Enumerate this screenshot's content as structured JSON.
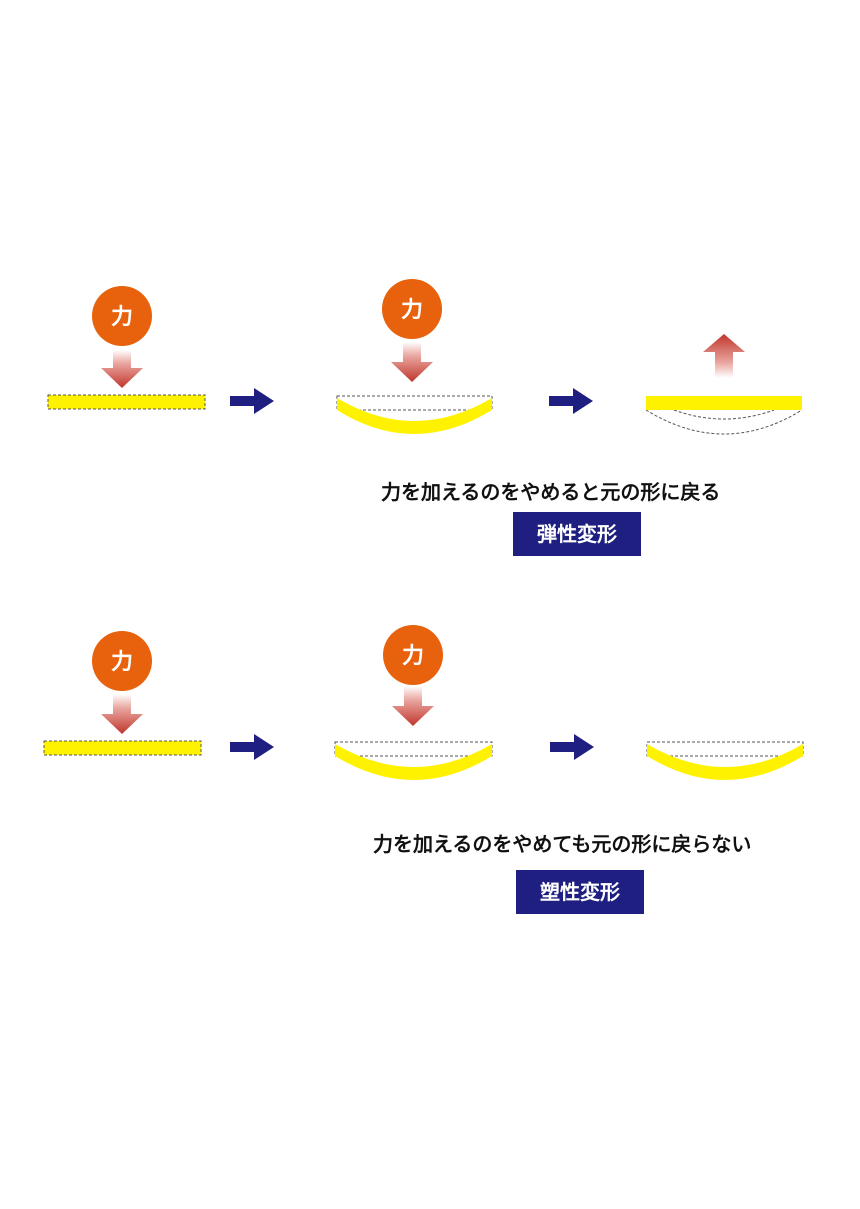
{
  "colors": {
    "force_circle": "#e8620d",
    "beam": "#fff200",
    "nav_arrow": "#1e1f80",
    "badge_bg": "#1e1f80",
    "force_arrow": "#c0362c"
  },
  "labels": {
    "force": "力"
  },
  "elastic": {
    "caption": "力を加えるのをやめると元の形に戻る",
    "badge": "弾性変形"
  },
  "plastic": {
    "caption": "力を加えるのをやめても元の形に戻らない",
    "badge": "塑性変形"
  },
  "icons": [
    "force-circle",
    "down-force-arrow",
    "up-force-arrow",
    "right-arrow-icon"
  ]
}
